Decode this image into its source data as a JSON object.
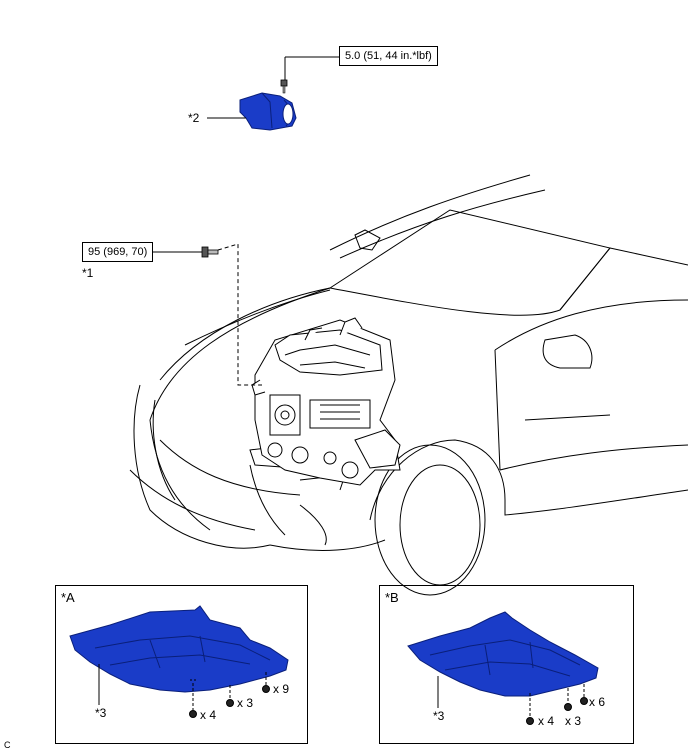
{
  "callouts": {
    "engine_mount_torque": "5.0 (51, 44 in.*lbf)",
    "engine_bolt_torque": "95 (969, 70)",
    "part1": "*1",
    "part2": "*2",
    "part3_a": "*3",
    "part3_b": "*3"
  },
  "panel_a": {
    "title": "*A",
    "qty_1": "x 4",
    "qty_2": "x 3",
    "qty_3": "x 9"
  },
  "panel_b": {
    "title": "*B",
    "qty_1": "x 4",
    "qty_2": "x 3",
    "qty_3": "x 6"
  },
  "footer": {
    "code": "C"
  },
  "colors": {
    "part_blue": "#1a3cc8",
    "part_dark": "#0a1f7a",
    "line": "#000000"
  }
}
